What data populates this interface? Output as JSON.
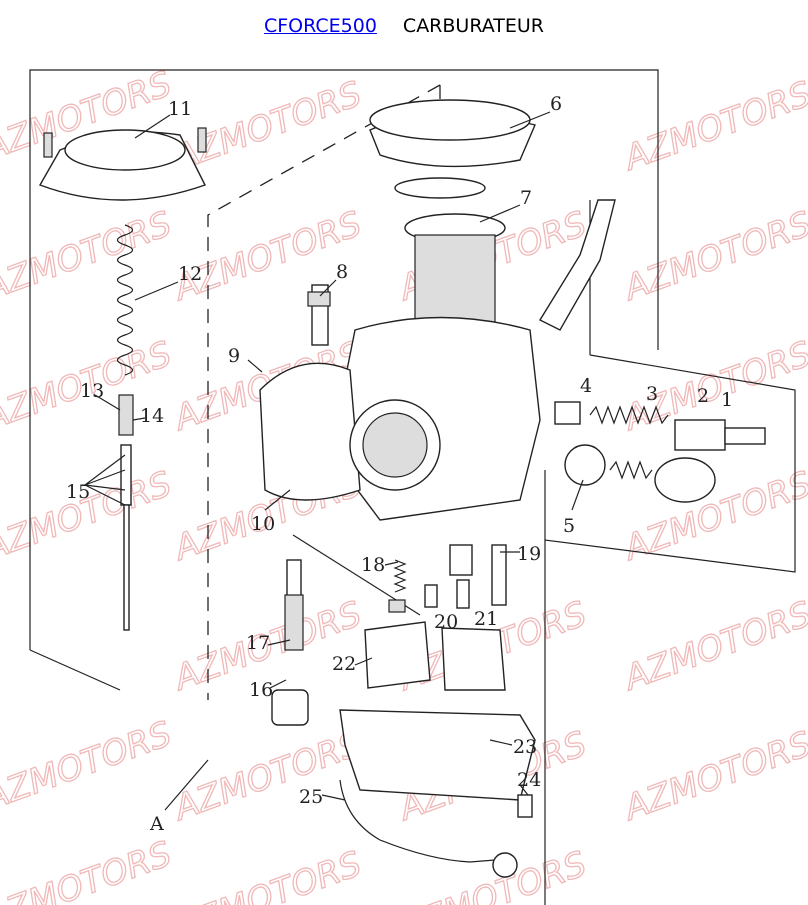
{
  "header": {
    "model_link": "CFORCE500",
    "title": "CARBURATEUR"
  },
  "watermark": "AZMOTORS",
  "callouts": {
    "c1": "1",
    "c2": "2",
    "c3": "3",
    "c4": "4",
    "c5": "5",
    "c6": "6",
    "c7": "7",
    "c8": "8",
    "c9": "9",
    "c10": "10",
    "c11": "11",
    "c12": "12",
    "c13": "13",
    "c14": "14",
    "c15": "15",
    "c16": "16",
    "c17": "17",
    "c18": "18",
    "c19": "19",
    "c20": "20",
    "c21": "21",
    "c22": "22",
    "c23": "23",
    "c24": "24",
    "c25": "25",
    "cA": "A"
  }
}
